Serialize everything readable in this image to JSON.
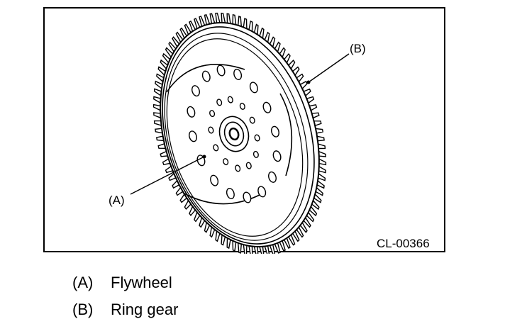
{
  "figure": {
    "code": "CL-00366",
    "callouts": [
      {
        "id": "A",
        "label": "(A)"
      },
      {
        "id": "B",
        "label": "(B)"
      }
    ]
  },
  "legend": [
    {
      "key": "(A)",
      "text": "Flywheel"
    },
    {
      "key": "(B)",
      "text": "Ring gear"
    }
  ]
}
